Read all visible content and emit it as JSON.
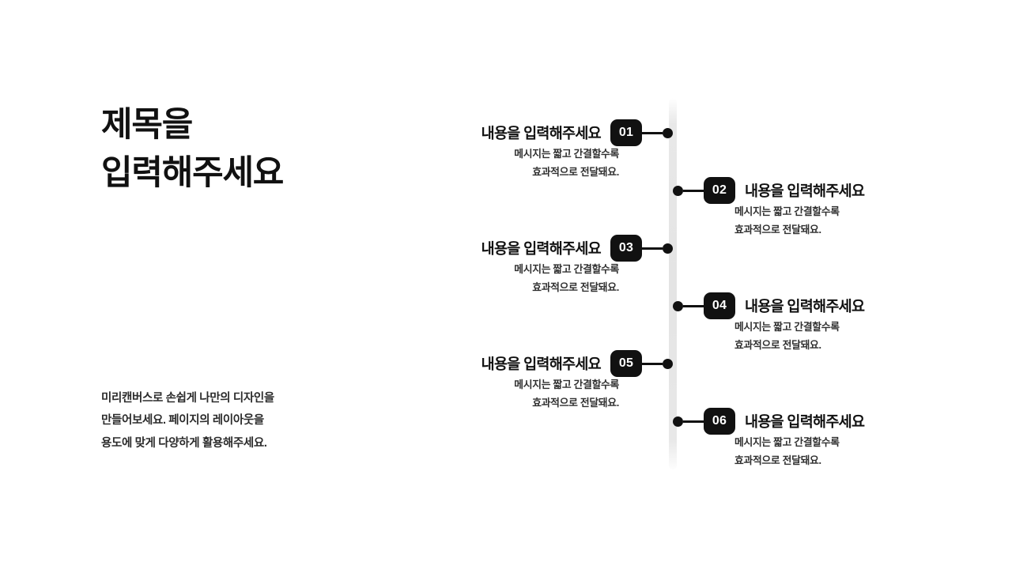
{
  "slide": {
    "background_color": "#ffffff",
    "accent_color": "#111111",
    "track_color": "#e4e4e4",
    "body_text_color": "#2f2f2f"
  },
  "left": {
    "title": "제목을\n입력해주세요",
    "description": "미리캔버스로 손쉽게 나만의 디자인을\n만들어보세요. 페이지의 레이아웃을\n용도에 맞게 다양하게 활용해주세요."
  },
  "timeline": {
    "items": [
      {
        "number": "01",
        "side": "left",
        "heading": "내용을 입력해주세요",
        "body": "메시지는 짧고 간결할수록\n효과적으로 전달돼요."
      },
      {
        "number": "02",
        "side": "right",
        "heading": "내용을 입력해주세요",
        "body": "메시지는 짧고 간결할수록\n효과적으로 전달돼요."
      },
      {
        "number": "03",
        "side": "left",
        "heading": "내용을 입력해주세요",
        "body": "메시지는 짧고 간결할수록\n효과적으로 전달돼요."
      },
      {
        "number": "04",
        "side": "right",
        "heading": "내용을 입력해주세요",
        "body": "메시지는 짧고 간결할수록\n효과적으로 전달돼요."
      },
      {
        "number": "05",
        "side": "left",
        "heading": "내용을 입력해주세요",
        "body": "메시지는 짧고 간결할수록\n효과적으로 전달돼요."
      },
      {
        "number": "06",
        "side": "right",
        "heading": "내용을 입력해주세요",
        "body": "메시지는 짧고 간결할수록\n효과적으로 전달돼요."
      }
    ]
  }
}
